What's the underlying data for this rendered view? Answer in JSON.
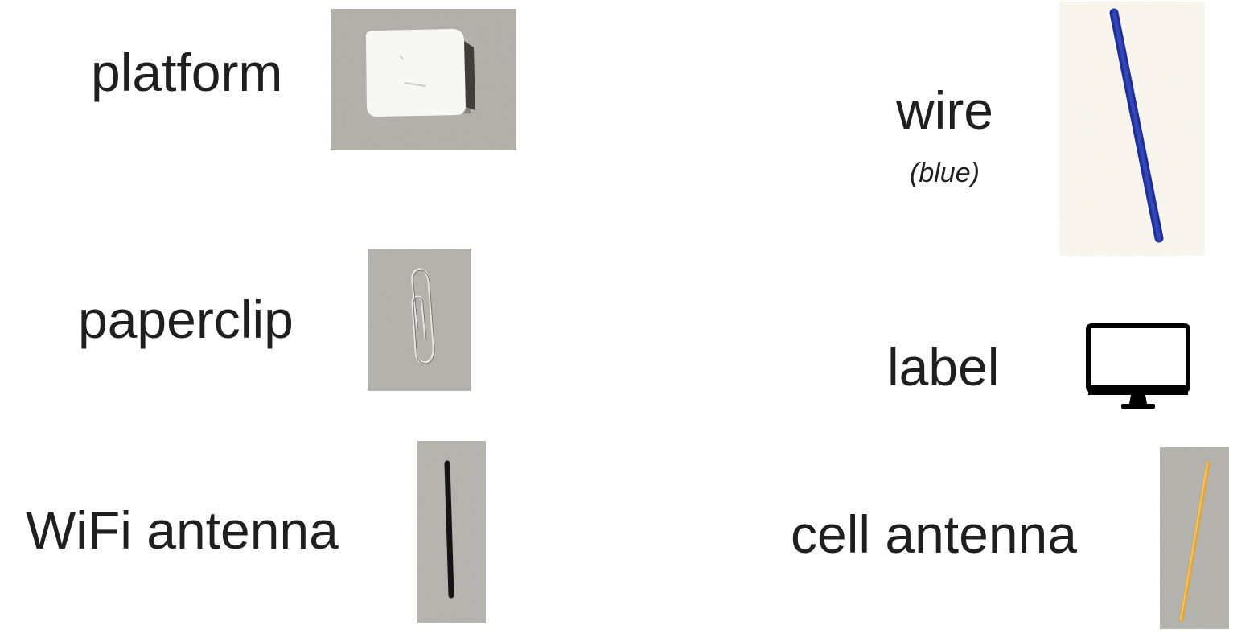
{
  "items": {
    "platform": {
      "label": "platform",
      "image": "foam-block-photo"
    },
    "paperclip": {
      "label": "paperclip",
      "image": "paperclip-photo"
    },
    "wifi_antenna": {
      "label": "WiFi antenna",
      "image": "black-straw-photo"
    },
    "wire": {
      "label": "wire",
      "note": "(blue)",
      "image": "blue-pipe-cleaner-photo"
    },
    "label_item": {
      "label": "label",
      "image": "monitor-icon"
    },
    "cell_antenna": {
      "label": "cell antenna",
      "image": "yellow-straw-photo"
    }
  },
  "colors": {
    "photo_background": "#b4b2ad",
    "foam": "#f2f2f0",
    "wire": "#1f2f9a",
    "wifi_straw": "#141414",
    "cell_straw": "#d9a748",
    "monitor": "#000000"
  }
}
